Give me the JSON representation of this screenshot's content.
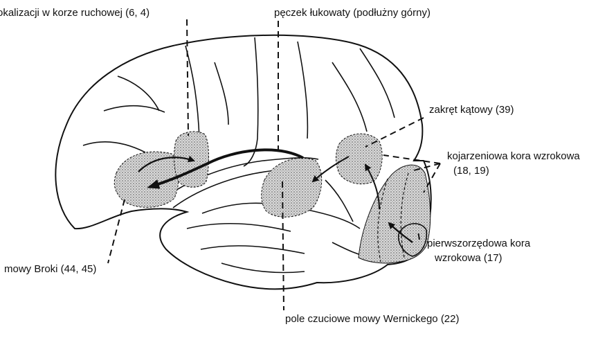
{
  "labels": {
    "motor_cortex": "okalizacji w korze ruchowej (6, 4)",
    "arcuate_fasciculus": "pęczek łukowaty (podłużny górny)",
    "angular_gyrus": "zakręt kątowy (39)",
    "visual_association_line1": "kojarzeniowa kora wzrokowa",
    "visual_association_line2": "(18, 19)",
    "primary_visual_line1": "pierwszorzędowa kora",
    "primary_visual_line2": "wzrokowa (17)",
    "broca_area": "mowy Broki (44, 45)",
    "wernicke_area": "pole czuciowe mowy Wernickego (22)"
  }
}
